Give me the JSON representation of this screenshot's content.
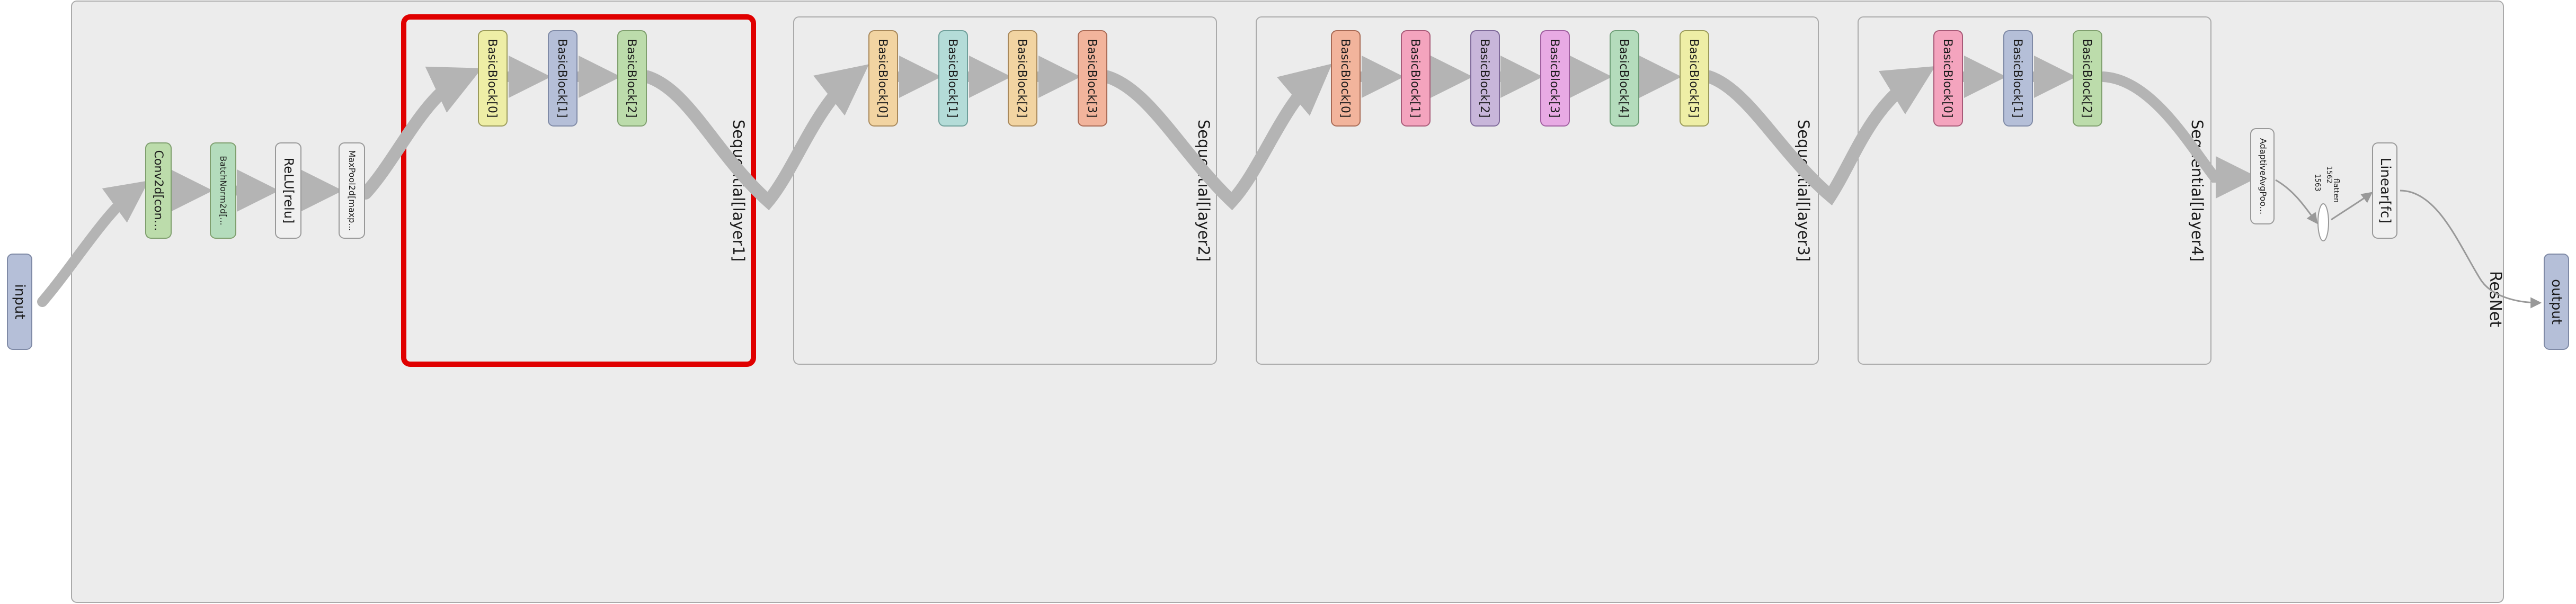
{
  "graph": {
    "input_label": "input",
    "output_label": "output",
    "root_label": "ResNet",
    "stem": {
      "conv_label": "Conv2d[con...",
      "bn_label": "BatchNorm2d[...",
      "relu_label": "ReLU[relu]",
      "pool_label": "MaxPool2d[maxp..."
    },
    "layers": [
      {
        "label": "Sequential[layer1]",
        "highlighted": true,
        "blocks": [
          {
            "label": "BasicBlock[0]",
            "color": "#eeeea6"
          },
          {
            "label": "BasicBlock[1]",
            "color": "#b5bfd8"
          },
          {
            "label": "BasicBlock[2]",
            "color": "#bcdcab"
          }
        ]
      },
      {
        "label": "Sequential[layer2]",
        "highlighted": false,
        "blocks": [
          {
            "label": "BasicBlock[0]",
            "color": "#f2d4a2"
          },
          {
            "label": "BasicBlock[1]",
            "color": "#b4dcd8"
          },
          {
            "label": "BasicBlock[2]",
            "color": "#f2d4a2"
          },
          {
            "label": "BasicBlock[3]",
            "color": "#f2b49c"
          }
        ]
      },
      {
        "label": "Sequential[layer3]",
        "highlighted": false,
        "blocks": [
          {
            "label": "BasicBlock[0]",
            "color": "#f2b49c"
          },
          {
            "label": "BasicBlock[1]",
            "color": "#f4a4be"
          },
          {
            "label": "BasicBlock[2]",
            "color": "#c8b6da"
          },
          {
            "label": "BasicBlock[3]",
            "color": "#e8aae4"
          },
          {
            "label": "BasicBlock[4]",
            "color": "#b4dcbc"
          },
          {
            "label": "BasicBlock[5]",
            "color": "#eeeea6"
          }
        ]
      },
      {
        "label": "Sequential[layer4]",
        "highlighted": false,
        "blocks": [
          {
            "label": "BasicBlock[0]",
            "color": "#f4a4be"
          },
          {
            "label": "BasicBlock[1]",
            "color": "#b5bfd8"
          },
          {
            "label": "BasicBlock[2]",
            "color": "#bcdcab"
          }
        ]
      }
    ],
    "head": {
      "avgpool_label": "AdaptiveAvgPoo...",
      "flatten_label": "flatten",
      "flatten_dim_top": "1562",
      "flatten_dim_bottom": "1563",
      "linear_label": "Linear[fc]"
    },
    "colors": {
      "highlight": "#e00000",
      "input_output": "#b5bfd8",
      "conv": "#bcdcab",
      "bn": "#b4dcbc",
      "relu": "#f0f0f0",
      "pool": "#f0f0f0",
      "avgpool": "#f0f0f0",
      "cluster_bg": "#ececec",
      "cluster_border": "#aaaaaa",
      "edge": "#b4b4b4"
    }
  }
}
